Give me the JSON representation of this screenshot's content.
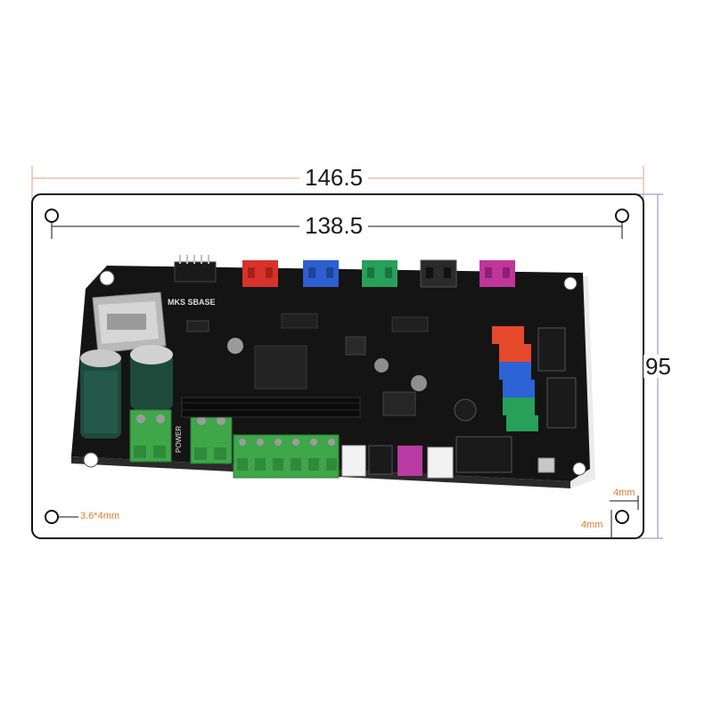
{
  "dimensions": {
    "total_width": "146.5",
    "hole_spacing_width": "138.5",
    "height": "95",
    "hole_size": "3.6*4mm",
    "hole_offset_x": "4mm",
    "hole_offset_y": "4mm"
  },
  "board": {
    "silkscreen_label": "MKS SBASE",
    "power_label": "POWER"
  },
  "colors": {
    "outline": "#111111",
    "total_dim_line": "#e5a080",
    "side_dim_line": "#8a86c8",
    "annotation": "#e07a2a",
    "pcb": "#141414"
  }
}
